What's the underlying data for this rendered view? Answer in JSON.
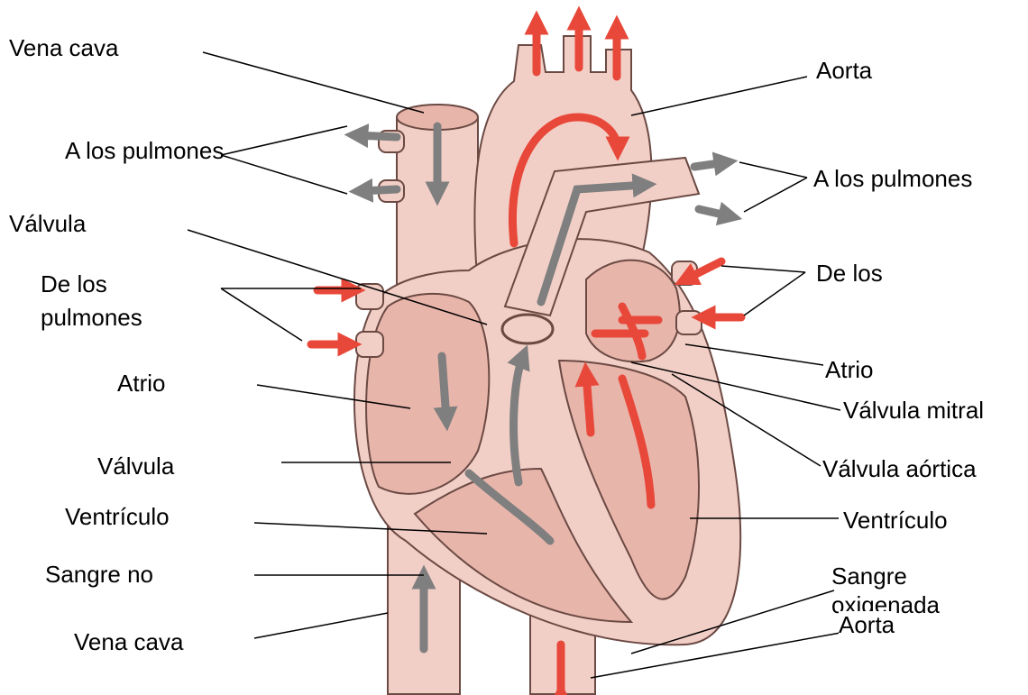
{
  "labels": {
    "vena_cava_top": "Vena cava",
    "a_los_pulmones_left": "A los pulmones",
    "valvula_top_left": "Válvula",
    "de_los_pulmones_line1": "De los",
    "de_los_pulmones_line2": "pulmones",
    "atrio_left": "Atrio",
    "valvula_left": "Válvula",
    "ventriculo_left": "Ventrículo",
    "sangre_no": "Sangre no",
    "vena_cava_bottom": "Vena cava",
    "aorta_top": "Aorta",
    "a_los_pulmones_right": "A los pulmones",
    "de_los_right": "De los",
    "atrio_right": "Atrio",
    "valvula_mitral": "Válvula mitral",
    "valvula_aortica": "Válvula aórtica",
    "ventriculo_right": "Ventrículo",
    "sangre_oxigenada_line1": "Sangre",
    "sangre_oxigenada_line2": "oxigenada",
    "aorta_bottom": "Aorta"
  },
  "colors": {
    "tissue": "#f2cfc6",
    "chamber": "#e8b5ab",
    "outline": "#6b4a44",
    "oxygenated_arrow": "#e8483a",
    "deoxygenated_arrow": "#7f7f7f",
    "leader_line": "#000000"
  }
}
